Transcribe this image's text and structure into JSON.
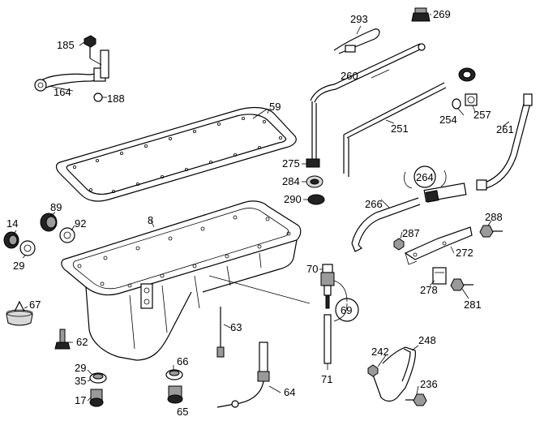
{
  "diagram": {
    "labels": {
      "p185": "185",
      "p164": "164",
      "p188": "188",
      "p293": "293",
      "p269": "269",
      "p260": "260",
      "p59": "59",
      "p254": "254",
      "p257": "257",
      "p251": "251",
      "p261": "261",
      "p275": "275",
      "p284": "284",
      "p290": "290",
      "p264": "264",
      "p89": "89",
      "p14": "14",
      "p92": "92",
      "p8": "8",
      "p266": "266",
      "p287": "287",
      "p288": "288",
      "p272": "272",
      "p29a": "29",
      "p70": "70",
      "p69": "69",
      "p278": "278",
      "p281": "281",
      "p67": "67",
      "p63": "63",
      "p62": "62",
      "p248": "248",
      "p242": "242",
      "p29b": "29",
      "p66": "66",
      "p35": "35",
      "p71": "71",
      "p236": "236",
      "p17": "17",
      "p65": "65",
      "p64": "64"
    }
  }
}
